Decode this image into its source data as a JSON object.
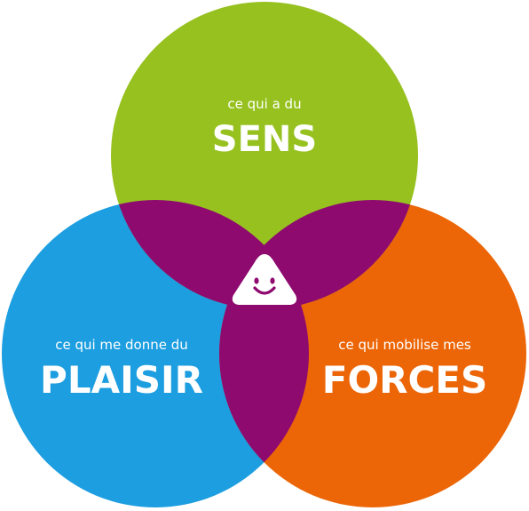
{
  "diagram": {
    "colors": {
      "sens": "#96c11f",
      "plaisir": "#1c9ee0",
      "forces": "#ec6608",
      "overlap": "#8e0a6f",
      "center_badge": "#ffffff",
      "face": "#8e0a6f"
    },
    "circles": [
      {
        "id": "sens",
        "small": "ce qui a du",
        "big": "SENS"
      },
      {
        "id": "plaisir",
        "small": "ce qui me donne du",
        "big": "PLAISIR"
      },
      {
        "id": "forces",
        "small": "ce qui mobilise mes",
        "big": "FORCES"
      }
    ],
    "center_icon": "smiley-face-icon"
  }
}
